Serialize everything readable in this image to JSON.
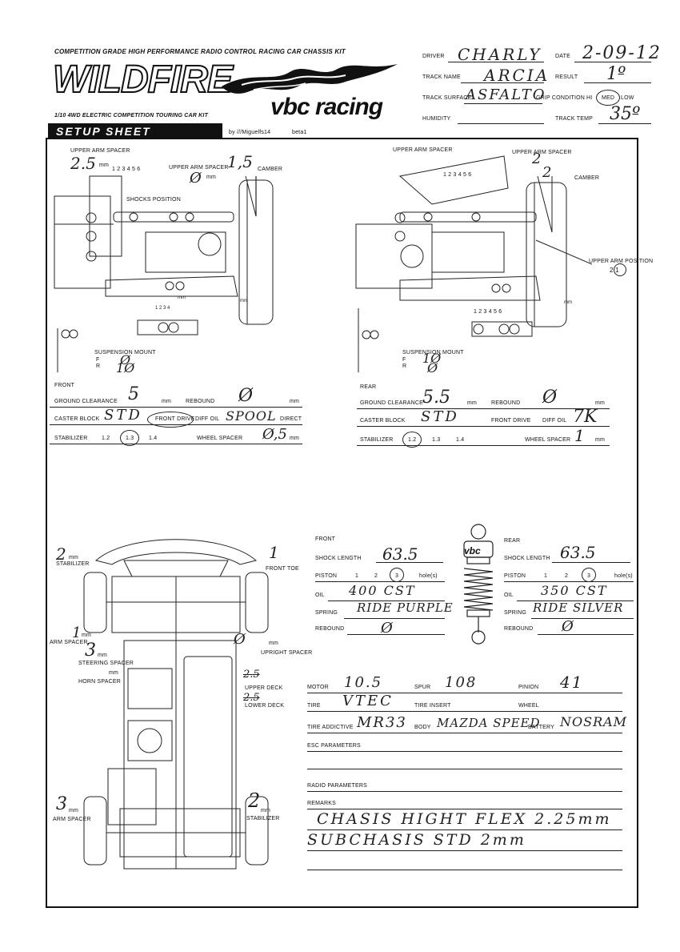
{
  "header": {
    "kit_line": "COMPETITION GRADE HIGH PERFORMANCE RADIO CONTROL RACING CAR CHASSIS KIT",
    "logo": "WILDFIRE",
    "brand": "vbc racing",
    "sub_line": "1/10 4WD ELECTRIC COMPETITION TOURING CAR KIT",
    "sheet_title": "SETUP SHEET",
    "credit": "by ///Miguelfs14",
    "version": "beta1"
  },
  "info": {
    "driver_label": "DRIVER",
    "driver": "CHARLY",
    "date_label": "DATE",
    "date": "2-09-12",
    "track_name_label": "TRACK NAME",
    "track_name": "ARCIA",
    "result_label": "RESULT",
    "result": "1º",
    "track_surface_label": "TRACK SURFACE",
    "track_surface": "ASFALTO",
    "grip_label": "GRIP CONDITION",
    "grip_hi": "HI",
    "grip_med": "MED",
    "grip_low": "LOW",
    "humidity_label": "HUMIDITY",
    "humidity": "",
    "track_temp_label": "TRACK TEMP",
    "track_temp": "35º"
  },
  "front_diagram": {
    "upper_arm_spacer_label": "UPPER ARM SPACER",
    "upper_arm_spacer": "2.5",
    "mm": "mm",
    "upper_arm_spacer2_label": "UPPER ARM SPACER",
    "upper_arm_spacer2": "Ø",
    "camber_label": "CAMBER",
    "camber": "1,5",
    "shocks_position_label": "SHOCKS POSITION",
    "shock_holes": "1 2 3 4 5 6",
    "holes": "1 2 3 4",
    "suspension_mount_label": "SUSPENSION MOUNT",
    "f": "F",
    "r": "R",
    "mount_f": "Ø",
    "mount_r": "1Ø"
  },
  "rear_diagram": {
    "upper_arm_spacer_label": "UPPER ARM SPACER",
    "upper_arm_spacer": "",
    "upper_arm_spacer2_label": "UPPER ARM SPACER",
    "upper_arm_spacer2": "2",
    "camber_label": "CAMBER",
    "camber": "2",
    "upper_arm_position_label": "UPPER ARM POSITION",
    "upper_arm_position": "2 1",
    "holes": "1 2 3 4 5 6",
    "suspension_mount_label": "SUSPENSION MOUNT",
    "f": "F",
    "r": "R",
    "mount_f": "1Ø",
    "mount_r": "Ø"
  },
  "front": {
    "title": "FRONT",
    "ground_clearance_label": "GROUND CLEARANCE",
    "ground_clearance": "5",
    "mm": "mm",
    "rebound_label": "REBOUND",
    "rebound": "Ø",
    "caster_label": "CASTER BLOCK",
    "caster": "STD",
    "front_drive_label": "FRONT DRIVE",
    "diff_label": "DIFF OIL",
    "diff": "SPOOL",
    "direct_label": "DIRECT",
    "stabilizer_label": "STABILIZER",
    "stab_1": "1.2",
    "stab_2": "1.3",
    "stab_3": "1.4",
    "wheel_spacer_label": "WHEEL SPACER",
    "wheel_spacer": "Ø,5"
  },
  "rear": {
    "title": "REAR",
    "ground_clearance_label": "GROUND CLEARANCE",
    "ground_clearance": "5.5",
    "mm": "mm",
    "rebound_label": "REBOUND",
    "rebound": "Ø",
    "caster_label": "CASTER BLOCK",
    "caster": "STD",
    "front_drive_label": "FRONT DRIVE",
    "diff_label": "DIFF OIL",
    "diff": "7K",
    "stabilizer_label": "STABILIZER",
    "stab_1": "1.2",
    "stab_2": "1.3",
    "stab_3": "1.4",
    "wheel_spacer_label": "WHEEL SPACER",
    "wheel_spacer": "1"
  },
  "chassis": {
    "stabilizer_front_label": "STABILIZER",
    "stabilizer_front": "2",
    "mm": "mm",
    "front_toe_label": "FRONT TOE",
    "front_toe": "1",
    "arm_spacer_front_label": "ARM SPACER",
    "arm_spacer_front": "1",
    "steering_spacer_label": "STEERING SPACER",
    "steering_spacer": "3",
    "horn_spacer_label": "HORN SPACER",
    "upright_spacer_label": "UPRIGHT SPACER",
    "upright_spacer": "Ø",
    "upper_deck_label": "UPPER DECK",
    "upper_deck": "2.5",
    "lower_deck_label": "LOWER DECK",
    "lower_deck": "2.5",
    "arm_spacer_rear_label": "ARM SPACER",
    "arm_spacer_rear": "3",
    "stabilizer_rear_label": "STABILIZER",
    "stabilizer_rear": "2"
  },
  "shocks": {
    "front_title": "FRONT",
    "rear_title": "REAR",
    "shock_length_label": "SHOCK LENGTH",
    "front_length": "63.5",
    "rear_length": "63.5",
    "piston_label": "PISTON",
    "piston_1": "1",
    "piston_2": "2",
    "piston_3": "3",
    "holes_label": "hole(s)",
    "oil_label": "OIL",
    "front_oil": "400 CST",
    "rear_oil": "350 CST",
    "spring_label": "SPRING",
    "front_spring": "RIDE PURPLE",
    "rear_spring": "RIDE SILVER",
    "rebound_label": "REBOUND",
    "front_rebound": "Ø",
    "rear_rebound": "Ø",
    "shock_brand": "vbc"
  },
  "electronics": {
    "motor_label": "MOTOR",
    "motor": "10.5",
    "spur_label": "SPUR",
    "spur": "108",
    "pinion_label": "PINION",
    "pinion": "41",
    "tire_label": "TIRE",
    "tire": "VTEC",
    "tire_insert_label": "TIRE INSERT",
    "tire_insert": "",
    "wheel_label": "WHEEL",
    "wheel": "",
    "tire_additive_label": "TIRE ADDICTIVE",
    "tire_additive": "MR33",
    "body_label": "BODY",
    "body": "MAZDA SPEED",
    "battery_label": "BATTERY",
    "battery": "NOSRAM",
    "esc_label": "ESC PARAMETERS",
    "radio_label": "RADIO PARAMETERS",
    "remarks_label": "REMARKS",
    "remark_1": "CHASIS HIGHT FLEX 2.25mm",
    "remark_2": "SUBCHASIS STD 2mm"
  }
}
